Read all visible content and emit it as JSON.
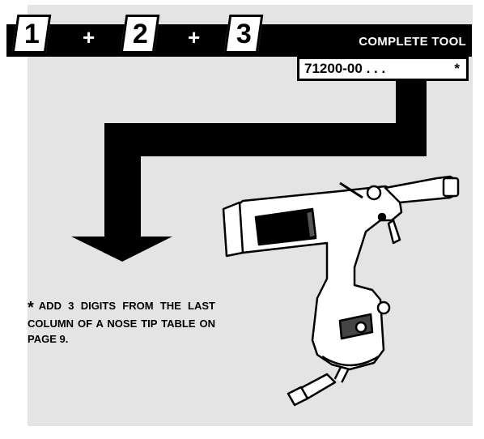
{
  "header": {
    "steps": [
      "1",
      "2",
      "3"
    ],
    "plus": "+",
    "title": "COMPLETE TOOL"
  },
  "part_number": {
    "code": "71200-00 . . .",
    "asterisk": "*"
  },
  "footnote": {
    "asterisk": "*",
    "text": "ADD 3 DIGITS FROM THE LAST COLUMN OF A NOSE TIP TABLE ON PAGE 9."
  },
  "illustration": {
    "name": "rivet-tool-illustration"
  },
  "colors": {
    "panel": "#e4e4e4",
    "ink": "#000000",
    "paper": "#ffffff"
  }
}
